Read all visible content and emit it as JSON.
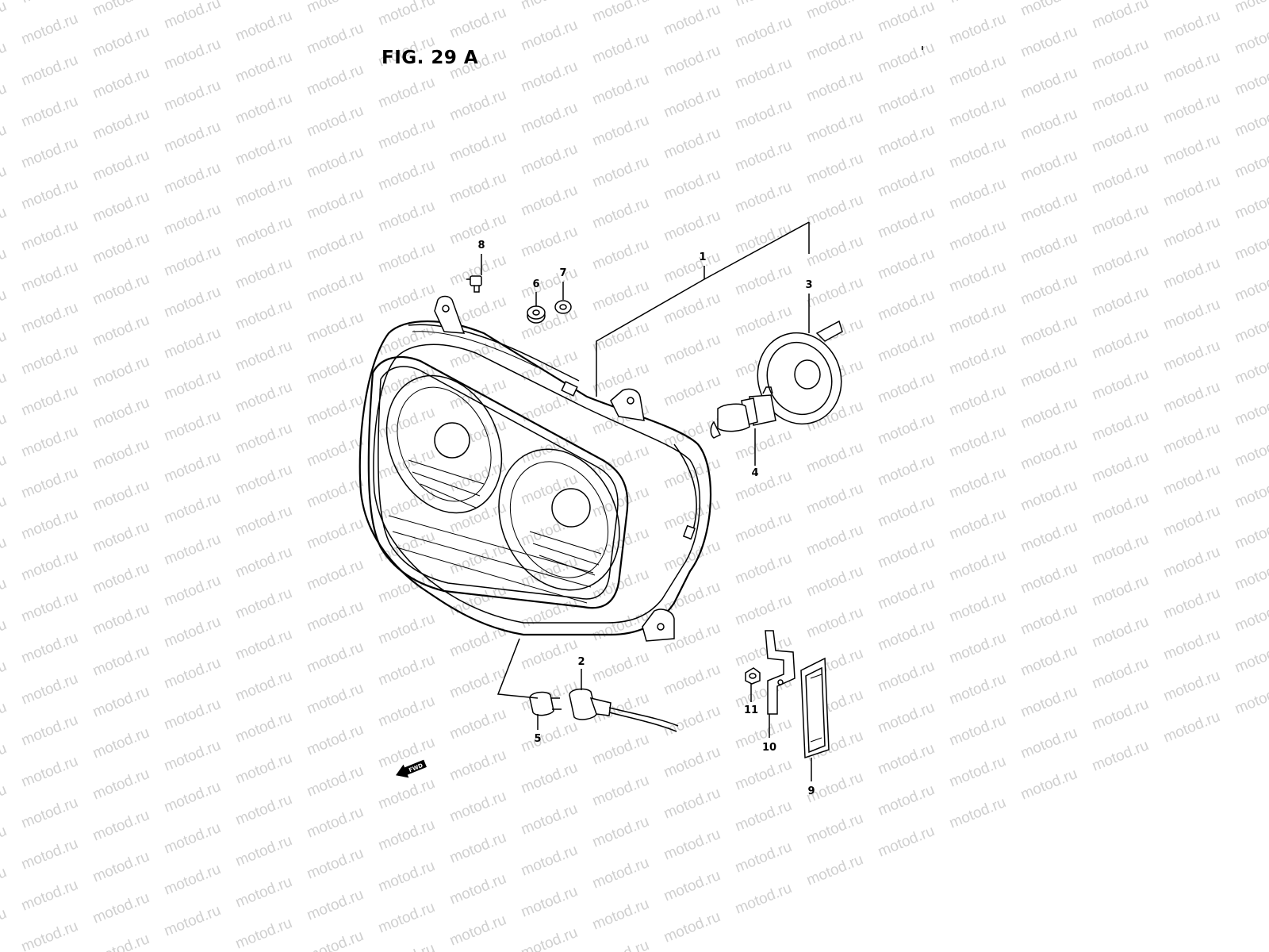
{
  "figure": {
    "title": "FIG. 29 A"
  },
  "watermark": {
    "text": "motod.ru"
  },
  "callouts": [
    {
      "id": "c1",
      "label": "1"
    },
    {
      "id": "c2",
      "label": "2"
    },
    {
      "id": "c3",
      "label": "3"
    },
    {
      "id": "c4",
      "label": "4"
    },
    {
      "id": "c5",
      "label": "5"
    },
    {
      "id": "c6",
      "label": "6"
    },
    {
      "id": "c7",
      "label": "7"
    },
    {
      "id": "c8",
      "label": "8"
    },
    {
      "id": "c9",
      "label": "9"
    },
    {
      "id": "c10",
      "label": "10"
    },
    {
      "id": "c11",
      "label": "11"
    }
  ],
  "direction_marker": {
    "label": "FWD"
  }
}
